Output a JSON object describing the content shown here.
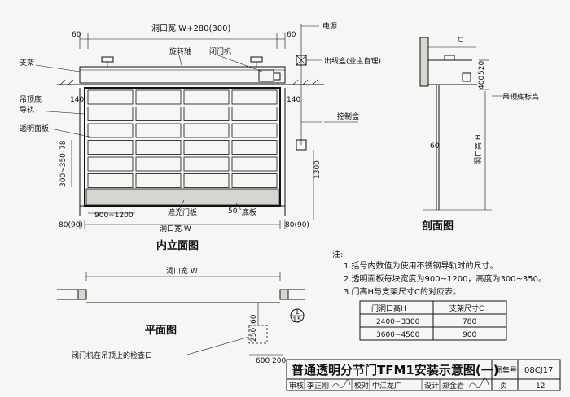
{
  "elevation": {
    "dim_top": "洞口宽 W+280(300)",
    "dim_60_left": "60",
    "dim_60_right": "60",
    "label_rotate_shaft": "旋转轴",
    "label_door_opener": "闭门机",
    "label_bracket": "支架",
    "label_ceiling_bottom": "吊顶底",
    "label_rail": "导轨",
    "label_panel": "透明面板",
    "dim_140_left": "140",
    "dim_140_right": "140",
    "dim_78": "78",
    "dim_panel_height": "300~350",
    "dim_panel_width": "900~1200",
    "label_shade_panel": "遮光门板",
    "label_bottom_plate": "底板",
    "dim_50": "50",
    "dim_bottom_width": "洞口宽 W",
    "dim_80_left": "80(90)",
    "dim_80_right": "80(90)",
    "dim_1300": "1300",
    "label_power": "电源",
    "label_outlet_box": "出线盒(业主自理)",
    "label_control_box": "控制盒",
    "caption": "内立面图"
  },
  "section": {
    "dim_c": "C",
    "dim_520": "520",
    "dim_400": "400",
    "dim_60": "60",
    "dim_height": "洞口高 H",
    "label_ceiling": "吊顶底标高",
    "caption": "剖面图"
  },
  "plan": {
    "dim_width": "洞口宽 W",
    "dim_60": "60",
    "dim_250": "250",
    "dim_600": "600",
    "dim_200": "200",
    "callout_top": "1",
    "callout_bottom": "15",
    "label_access": "闭门机在吊顶上的检查口",
    "caption": "平面图"
  },
  "notes": {
    "heading": "注:",
    "items": [
      "1.括号内数值为使用不锈钢导轨时的尺寸。",
      "2.透明面板每块宽度为900~1200，高度为300~350。",
      "3.门高H与支架尺寸C的对应表。"
    ],
    "table": {
      "headers": [
        "门洞口高H",
        "支架尺寸C"
      ],
      "rows": [
        [
          "2400~3300",
          "780"
        ],
        [
          "3600~4500",
          "900"
        ]
      ]
    }
  },
  "title_block": {
    "title": "普通透明分节门TFM1安装示意图(一)",
    "atlas_label": "图集号",
    "atlas_no": "08CJ17",
    "page_label": "页",
    "page_no": "12",
    "review_label": "审核",
    "reviewer": "李正刚",
    "check_label": "校对",
    "checker": "中江龙广",
    "design_label": "设计",
    "designer": "郑金岩"
  }
}
